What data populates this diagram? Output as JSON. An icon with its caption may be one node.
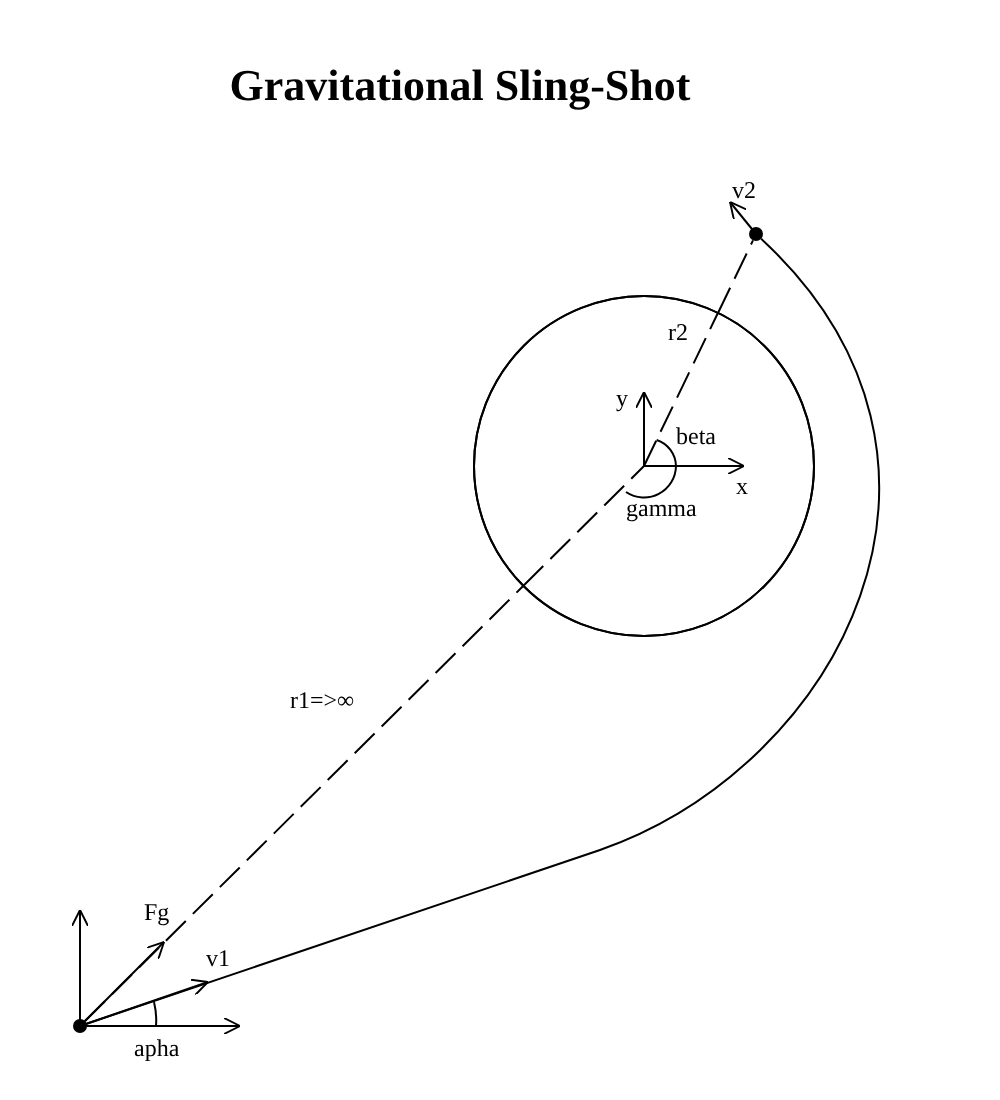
{
  "diagram": {
    "title": "Gravitational Sling-Shot",
    "nodes": [
      {
        "text": [],
        "shape": "circle"
      },
      {
        "text": [],
        "shape": "circle"
      },
      {
        "text": [],
        "shape": "circle"
      }
    ],
    "edges": [
      {
        "from": 1,
        "to": 0,
        "arrow": "none",
        "style": "dashed",
        "label": "r1=>∞"
      },
      {
        "from": 0,
        "to": 2,
        "arrow": "none",
        "style": "dashed",
        "label": "r2"
      },
      {
        "from": 1,
        "to": 2,
        "arrow": "none"
      }
    ],
    "labels": [
      "v2",
      "y",
      "beta",
      "x",
      "gamma",
      "Fg",
      "v1",
      "apha"
    ]
  }
}
